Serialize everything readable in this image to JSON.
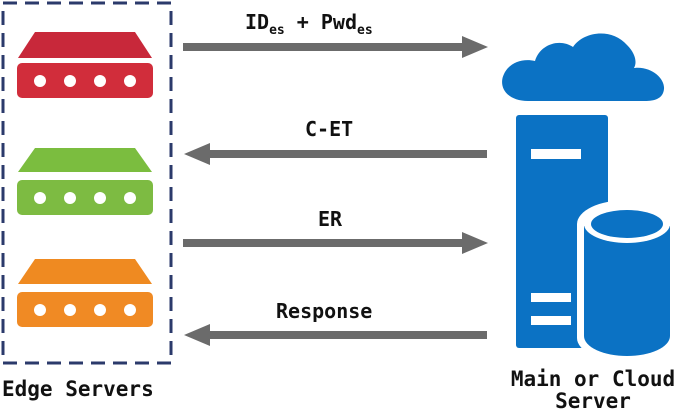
{
  "edge_group": {
    "caption": "Edge Servers",
    "border_color": "#2b3a6b",
    "servers": [
      {
        "color_top": "#c8283a",
        "color_body": "#d12d3b"
      },
      {
        "color_top": "#7bbd3f",
        "color_body": "#7dbb42"
      },
      {
        "color_top": "#ef8a21",
        "color_body": "#f08a24"
      }
    ]
  },
  "main_server": {
    "caption_line1": "Main or Cloud",
    "caption_line2": "Server",
    "color": "#0b72c4",
    "cloud_color": "#0b72c4"
  },
  "arrows": [
    {
      "direction": "to-server",
      "label_main": "ID",
      "label_sub": "es",
      "label_mid": " + Pwd",
      "label_sub2": "es"
    },
    {
      "direction": "to-edge",
      "label": "C-ET"
    },
    {
      "direction": "to-server",
      "label": "ER"
    },
    {
      "direction": "to-edge",
      "label": "Response"
    }
  ],
  "arrow_color": "#6b6b6b"
}
